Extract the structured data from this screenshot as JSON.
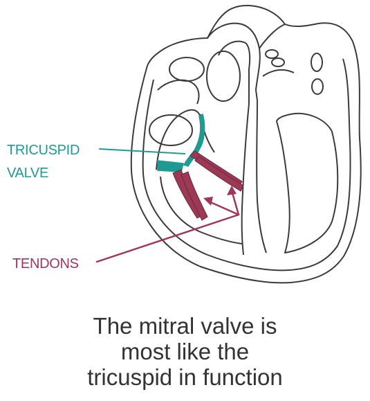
{
  "labels": {
    "tricuspid_line1": "TRICUSPID",
    "tricuspid_line2": "VALVE",
    "tendons": "TENDONS"
  },
  "caption": {
    "line1": "The mitral valve is",
    "line2": "most like the",
    "line3": "tricuspid in function"
  },
  "colors": {
    "outline": "#3a3a3a",
    "tricuspid": "#1f9a93",
    "tendons": "#a0355b",
    "muscle": "#9c3a55",
    "caption_text": "#333333"
  }
}
